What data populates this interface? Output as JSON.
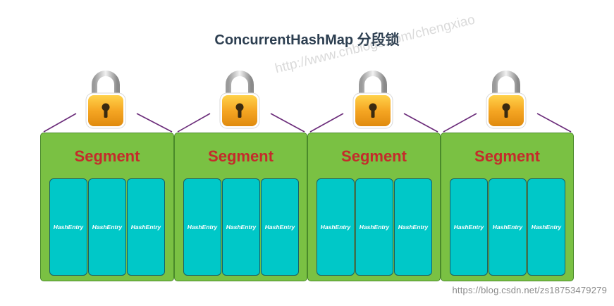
{
  "title": "ConcurrentHashMap 分段锁",
  "watermark_top": "http://www.cnblogs.com/chengxiao",
  "watermark_bottom": "https://blog.csdn.net/zs18753479279",
  "segments": [
    {
      "label": "Segment",
      "entries": [
        "HashEntry",
        "HashEntry",
        "HashEntry"
      ]
    },
    {
      "label": "Segment",
      "entries": [
        "HashEntry",
        "HashEntry",
        "HashEntry"
      ]
    },
    {
      "label": "Segment",
      "entries": [
        "HashEntry",
        "HashEntry",
        "HashEntry"
      ]
    },
    {
      "label": "Segment",
      "entries": [
        "HashEntry",
        "HashEntry",
        "HashEntry"
      ]
    }
  ],
  "colors": {
    "segment_fill": "#7ac143",
    "segment_label": "#c42b2b",
    "entry_fill": "#00c8c8",
    "lock_body": "#f39c12",
    "connector": "#6b2c7a"
  }
}
